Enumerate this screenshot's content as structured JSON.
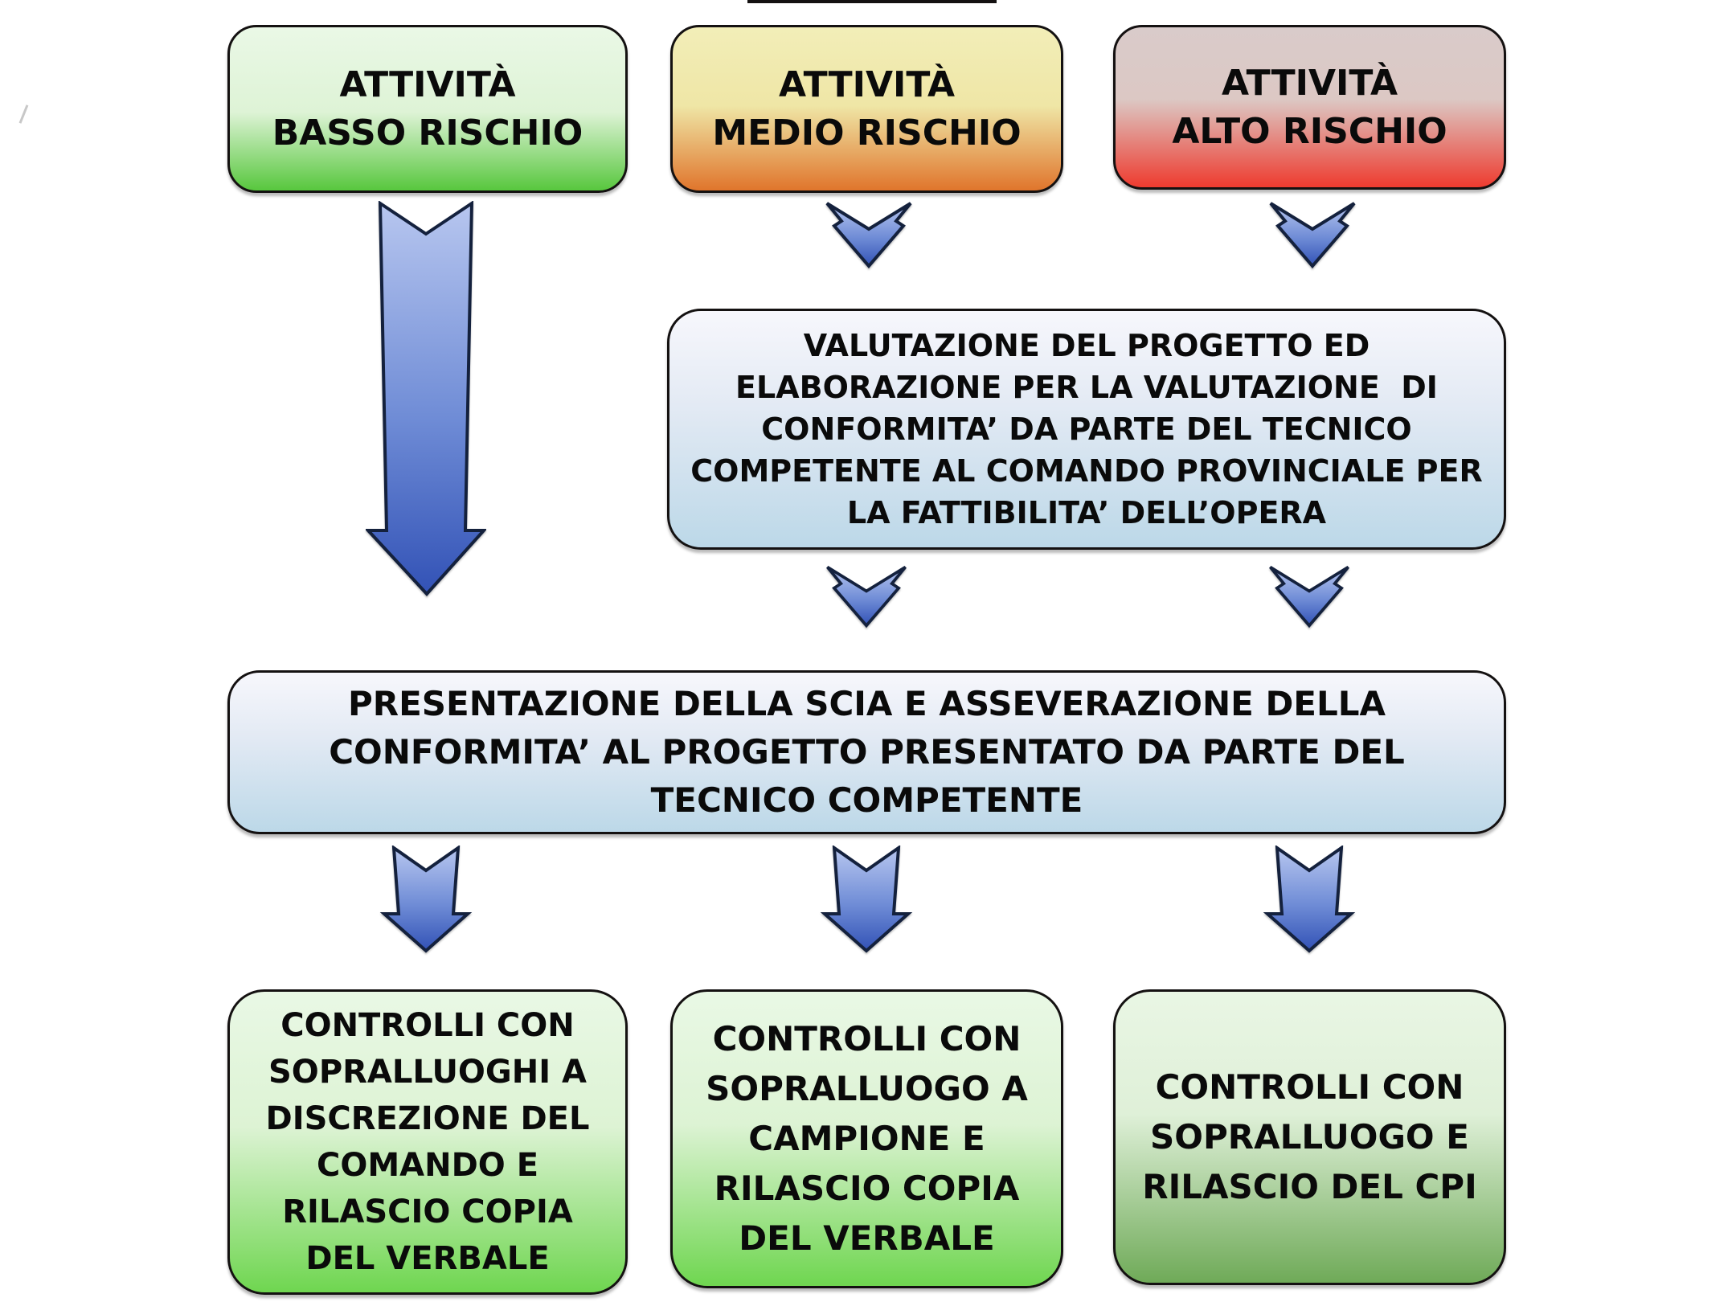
{
  "colors": {
    "ink": "#141111",
    "arrow_light": "#b7c6ef",
    "arrow_mid": "#6f8cd6",
    "arrow_dark": "#3252b6",
    "green_top": "#eaf8e6",
    "green_bottom": "#58c73e",
    "green_bottom_vivid": "#6fd650",
    "green_bottom_muted": "#6faa58",
    "yellow_top": "#f2eeb8",
    "orange_bottom": "#e0752c",
    "mauve_top": "#d9cbca",
    "red_bottom": "#ee3b2f",
    "blue_top": "#f7f7fc",
    "blue_bottom": "#bcd8e8"
  },
  "nodes": {
    "basso": {
      "lines": [
        "ATTIVITÀ",
        "BASSO RISCHIO"
      ]
    },
    "medio": {
      "lines": [
        "ATTIVITÀ",
        "MEDIO RISCHIO"
      ]
    },
    "alto": {
      "lines": [
        "ATTIVITÀ",
        "ALTO RISCHIO"
      ]
    },
    "valutazione": {
      "lines": [
        "VALUTAZIONE DEL PROGETTO ED",
        "ELABORAZIONE PER LA VALUTAZIONE  DI",
        "CONFORMITA’ DA PARTE DEL TECNICO",
        "COMPETENTE AL COMANDO PROVINCIALE PER",
        "LA FATTIBILITA’ DELL’OPERA"
      ]
    },
    "presentazione": {
      "lines": [
        "PRESENTAZIONE DELLA SCIA E ASSEVERAZIONE DELLA",
        "CONFORMITA’ AL PROGETTO PRESENTATO DA PARTE DEL",
        "TECNICO COMPETENTE"
      ]
    },
    "controlli_basso": {
      "lines": [
        "CONTROLLI CON",
        "SOPRALLUOGHI A",
        "DISCREZIONE DEL",
        "COMANDO E",
        "RILASCIO COPIA",
        "DEL VERBALE"
      ]
    },
    "controlli_medio": {
      "lines": [
        "CONTROLLI CON",
        "SOPRALLUOGO A",
        "CAMPIONE E",
        "RILASCIO COPIA",
        "DEL VERBALE"
      ]
    },
    "controlli_alto": {
      "lines": [
        "CONTROLLI CON",
        "SOPRALLUOGO E",
        "RILASCIO DEL CPI"
      ]
    }
  }
}
